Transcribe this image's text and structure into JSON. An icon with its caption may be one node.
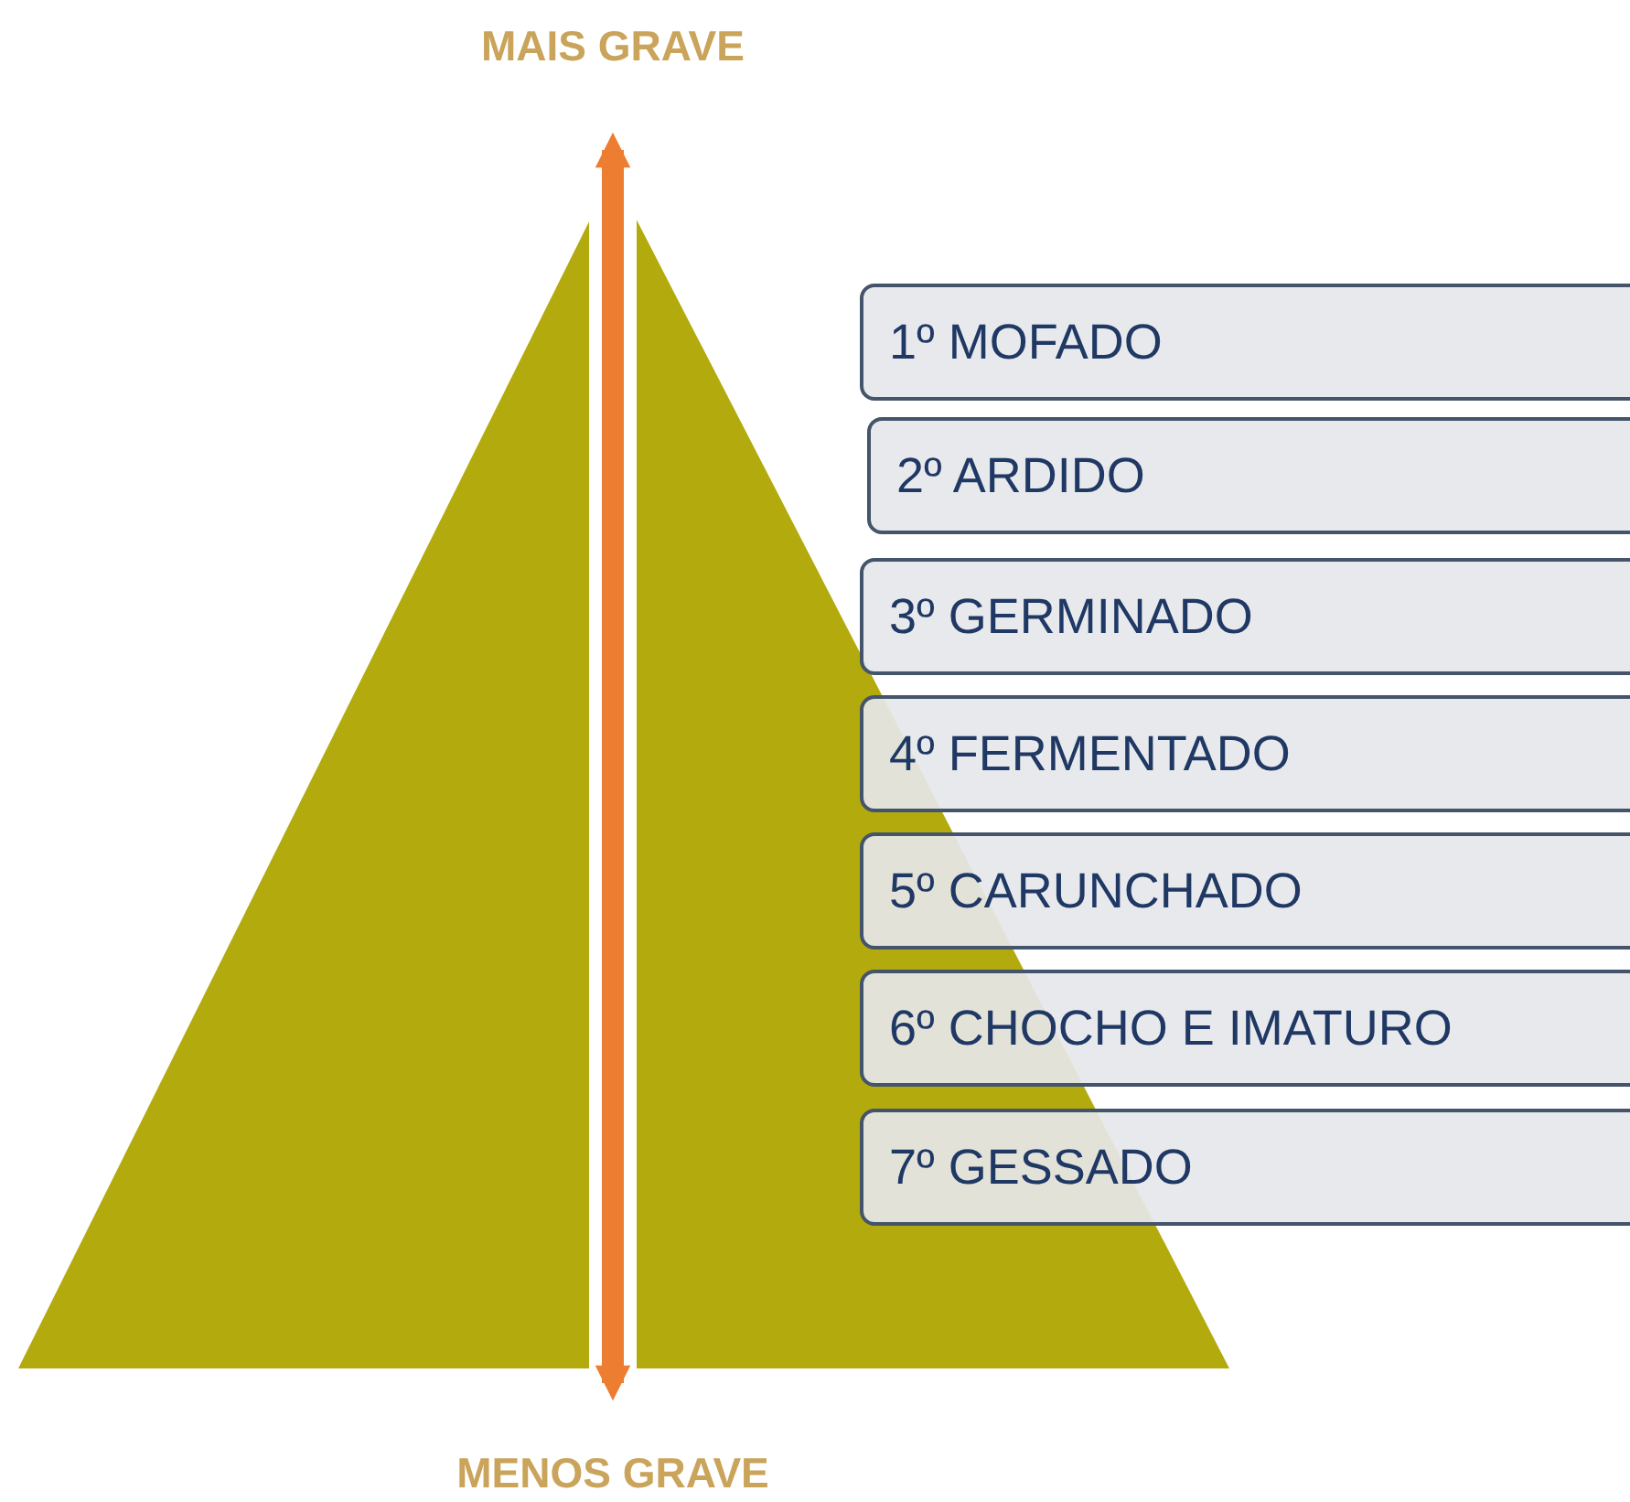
{
  "diagram": {
    "nodes": [
      {
        "text": [
          "1º MOFADO"
        ]
      },
      {
        "text": [
          "2º ARDIDO"
        ]
      },
      {
        "text": [
          "3º GERMINADO"
        ]
      },
      {
        "text": [
          "4º FERMENTADO"
        ]
      },
      {
        "text": [
          "5º CARUNCHADO"
        ]
      },
      {
        "text": [
          "6º CHOCHO E IMATURO"
        ]
      },
      {
        "text": [
          "7º GESSADO"
        ]
      }
    ],
    "labels": [
      "MAIS GRAVE",
      "MENOS GRAVE"
    ]
  }
}
